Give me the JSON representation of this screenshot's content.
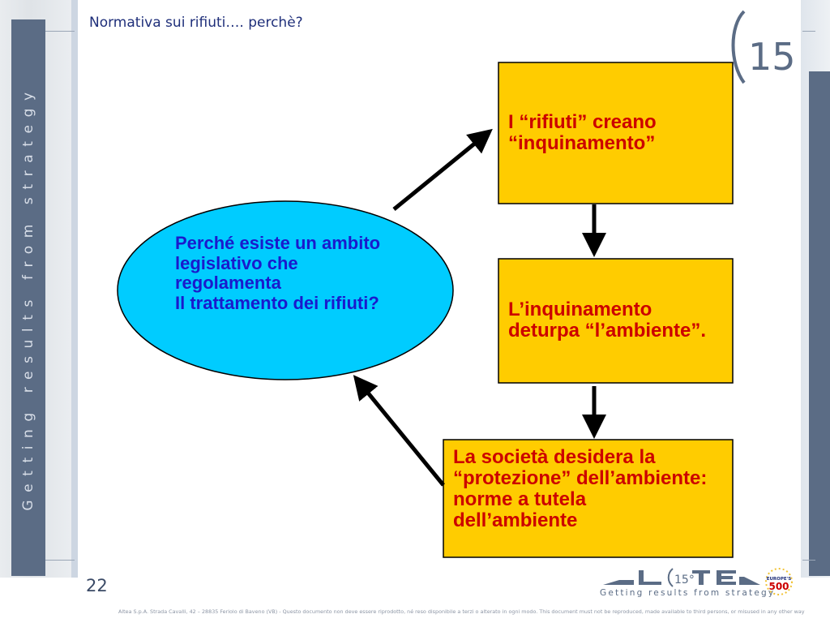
{
  "slide": {
    "title": "Normativa sui rifiuti…. perchè?",
    "page_number": "22",
    "side_tagline": "Getting results from strategy",
    "logo_text": "15°",
    "brand_tagline": "Getting results from strategy",
    "badge_text_top": "EUROPE'S",
    "badge_text_number": "500",
    "footer": "Altea S.p.A. Strada Cavalli, 42 – 28835 Feriolo di Baveno (VB) - Questo documento non deve essere riprodotto, né reso disponibile a terzi o alterato in ogni modo. This document must not be reproduced, made available to third persons, or misused in any other way"
  },
  "diagram": {
    "ellipse": {
      "lines": [
        "Perché esiste un ambito",
        "legislativo che",
        "regolamenta",
        "Il trattamento dei rifiuti?"
      ],
      "fill": "#00ccff"
    },
    "boxes": [
      {
        "lines": [
          "I “rifiuti” creano",
          "“inquinamento”"
        ]
      },
      {
        "lines": [
          "L’inquinamento",
          "deturpa “l’ambiente”."
        ]
      },
      {
        "lines": [
          "La società desidera la",
          "“protezione” dell’ambiente:",
          "norme a tutela",
          "dell’ambiente"
        ]
      }
    ],
    "box_fill": "#ffcc00",
    "text_color": "#cc0000",
    "question_color": "#1a1acc"
  }
}
